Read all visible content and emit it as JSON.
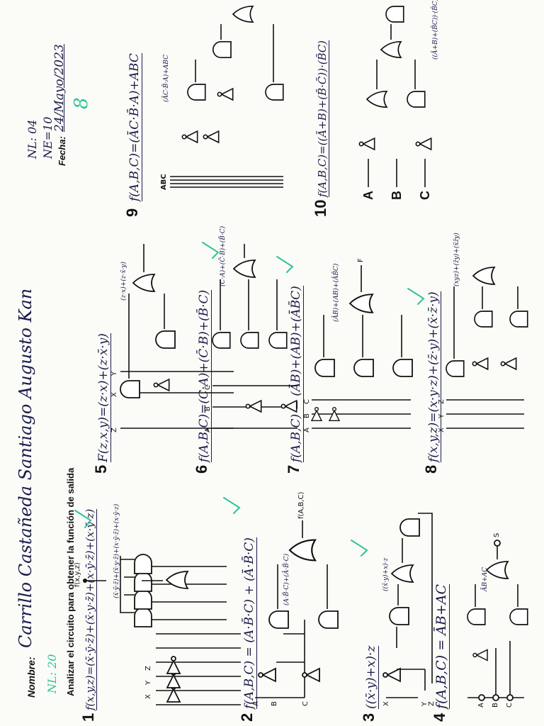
{
  "header": {
    "nombre_label": "Nombre:",
    "nombre_value": "Carrillo Castañeda Santiago Augusto Kan",
    "nl_left": "NL: 20",
    "nl_right": "NL: 04",
    "ne": "NE=10",
    "fecha_label": "Fecha:",
    "fecha_value": "24/Mayo/2023",
    "grade": "8",
    "instruction": "Analizar el circuito para obtener la función de salida"
  },
  "problems": [
    {
      "number": "1",
      "function": "f(x,y,z)=(x̄·ȳ·z̄)+(x̄·y·z̄)+(x·ȳ·z̄)+(x·ȳ·z)",
      "inputs": [
        "X",
        "Y",
        "Z"
      ],
      "output": "f(x,y,z)",
      "terms": [
        "x̄·ȳ·z̄",
        "x̄·y·z̄",
        "x·ȳ·z̄",
        "x·ȳ·z"
      ],
      "or_label": "(x̄·ȳ·z̄)+(x̄·y·z̄)+(x·ȳ·z̄)+(x·ȳ·z)",
      "nots": [
        "X̄",
        "Ȳ",
        "Z̄"
      ]
    },
    {
      "number": "2",
      "function": "f(A,B,C) = (A·B̄·C) + (Ā·B̄·C)",
      "inputs": [
        "A",
        "B",
        "C"
      ],
      "output": "f(A,B,C)",
      "terms": [
        "A·B̄·C",
        "Ā·B̄·C"
      ],
      "or_label": "(A·B̄·C)+(Ā·B̄·C)",
      "nots": [
        "B̄C",
        "Ā"
      ]
    },
    {
      "number": "3",
      "function": "((x̄·y)+x)·z",
      "inputs": [
        "X",
        "Y",
        "Z"
      ],
      "output": "",
      "terms": [
        "x̄·y",
        "(x̄·y)+x",
        "((x̄·y)+x)·z"
      ],
      "nots": [
        "X̄"
      ]
    },
    {
      "number": "4",
      "function": "f(A,B,C) = ĀB+AC",
      "inputs": [
        "A",
        "B",
        "C"
      ],
      "output": "S",
      "terms": [
        "ĀB",
        "AC",
        "ĀB+AC"
      ],
      "nots": [
        "Ā"
      ]
    },
    {
      "number": "5",
      "function": "F(z,x,y)=(z·x)+(z·x̄·y)",
      "inputs": [
        "Z",
        "X",
        "Y"
      ],
      "output": "",
      "terms": [
        "z·x",
        "z·x̄·y",
        "(z·x)+(z·x̄·y)"
      ],
      "nots": [
        "X̄"
      ]
    },
    {
      "number": "6",
      "function": "f(A,B,C)=(C·A)+(C̄·B)+(B̄·C)",
      "inputs": [
        "A",
        "B",
        "C"
      ],
      "output": "",
      "terms": [
        "C·A",
        "C̄·B",
        "B̄·C",
        "(C·A)+(C̄·B)+(B̄·C)"
      ],
      "nots": [
        "C̄B",
        "B̄"
      ]
    },
    {
      "number": "7",
      "function": "f(A,B,C) = (ĀB)+(AB)+(ĀB̄C)",
      "inputs": [
        "A",
        "B",
        "C"
      ],
      "output": "F",
      "terms": [
        "ĀB",
        "AB",
        "ĀB̄C",
        "(ĀB)+(AB)+(ĀB̄C)"
      ],
      "nots": [
        "Ā",
        "B̄"
      ]
    },
    {
      "number": "8",
      "function": "f(x,y,z)=(x·y·z)+(z̄·y)+(x̄·z̄·y)",
      "inputs": [
        "X",
        "Y",
        "Z"
      ],
      "output": "",
      "terms": [
        "x·y·z",
        "z̄y",
        "x̄·z̄·y",
        "(xyz)+(z̄y)+(x̄z̄y)"
      ],
      "nots": [
        "Z̄",
        "X̄"
      ]
    },
    {
      "number": "9",
      "function": "f(A,B,C)=(ĀC·B̄·A)+ABC",
      "inputs": [
        "ABC"
      ],
      "output": "",
      "terms": [
        "ĀC",
        "ĀC·B̄·A",
        "ABC",
        "(ĀC·B̄·A)+ABC"
      ],
      "nots": [
        "Ā",
        "C̄",
        "B̄"
      ]
    },
    {
      "number": "10",
      "function": "f(A,B,C)=((Ā+B)+(B̄·C̄))·(B̄C)",
      "inputs": [
        "A",
        "B",
        "C"
      ],
      "output": "",
      "terms": [
        "Ā+B",
        "B·C",
        "(Ā+B)+(B̄C)",
        "((Ā+B)+(B̄C))·(B̄C)"
      ],
      "nots": [
        "Ā",
        "C̄"
      ]
    }
  ]
}
